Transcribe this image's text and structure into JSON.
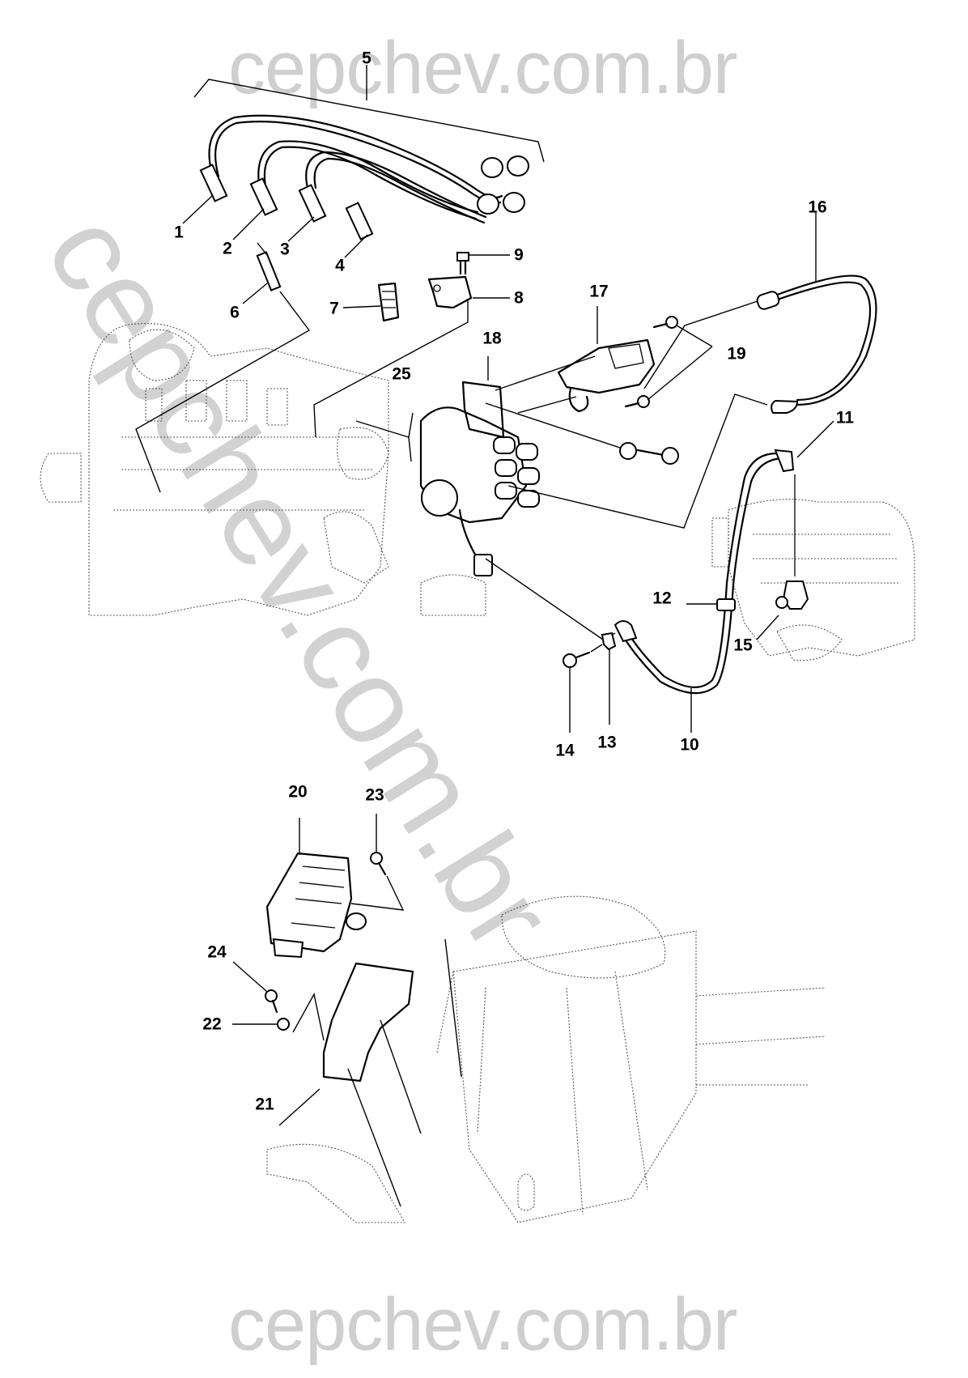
{
  "watermark": {
    "top": "cepchev.com.br",
    "diagonal": "cepchev.com.br",
    "bottom": "cepchev.com.br"
  },
  "diagram": {
    "type": "exploded-parts-diagram",
    "subject": "ignition system components",
    "callouts": [
      {
        "id": "1",
        "label": "1",
        "part": "spark-plug-wire-1"
      },
      {
        "id": "2",
        "label": "2",
        "part": "spark-plug-wire-2"
      },
      {
        "id": "3",
        "label": "3",
        "part": "spark-plug-wire-3"
      },
      {
        "id": "4",
        "label": "4",
        "part": "spark-plug-wire-4"
      },
      {
        "id": "5",
        "label": "5",
        "part": "spark-plug-wire-set"
      },
      {
        "id": "6",
        "label": "6",
        "part": "spark-plug"
      },
      {
        "id": "7",
        "label": "7",
        "part": "wire-holder-clip"
      },
      {
        "id": "8",
        "label": "8",
        "part": "bracket"
      },
      {
        "id": "9",
        "label": "9",
        "part": "bracket-bolt"
      },
      {
        "id": "10",
        "label": "10",
        "part": "vacuum-hose"
      },
      {
        "id": "11",
        "label": "11",
        "part": "hose-elbow"
      },
      {
        "id": "12",
        "label": "12",
        "part": "hose-grommet"
      },
      {
        "id": "13",
        "label": "13",
        "part": "hose-clip"
      },
      {
        "id": "14",
        "label": "14",
        "part": "clip-bolt"
      },
      {
        "id": "15",
        "label": "15",
        "part": "vacuum-valve"
      },
      {
        "id": "16",
        "label": "16",
        "part": "coil-wire"
      },
      {
        "id": "17",
        "label": "17",
        "part": "ignition-coil"
      },
      {
        "id": "18",
        "label": "18",
        "part": "distributor-bracket"
      },
      {
        "id": "19",
        "label": "19",
        "part": "coil-screws"
      },
      {
        "id": "20",
        "label": "20",
        "part": "ignition-module"
      },
      {
        "id": "21",
        "label": "21",
        "part": "module-bracket"
      },
      {
        "id": "22",
        "label": "22",
        "part": "nut"
      },
      {
        "id": "23",
        "label": "23",
        "part": "module-screw"
      },
      {
        "id": "24",
        "label": "24",
        "part": "bracket-screw"
      },
      {
        "id": "25",
        "label": "25",
        "part": "distributor"
      }
    ]
  }
}
